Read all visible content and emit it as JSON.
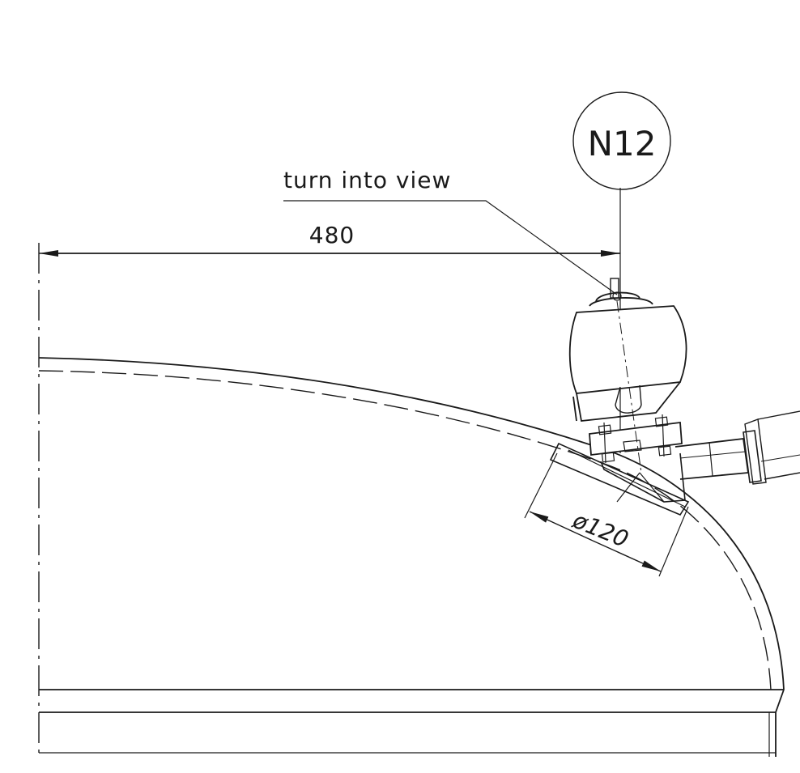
{
  "drawing": {
    "nozzle_tag": "N12",
    "callout_text": "turn into view",
    "horizontal_dimension": "480",
    "diameter_dimension": "ø120",
    "line_color": "#1a1a1a",
    "background_color": "#ffffff"
  }
}
